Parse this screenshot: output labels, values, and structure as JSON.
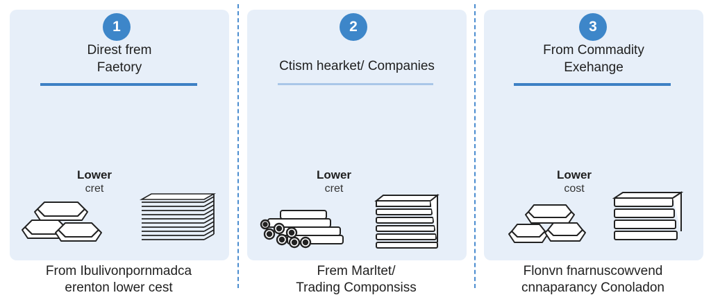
{
  "steps": [
    {
      "number": "1",
      "title_lines": [
        "Direst frem",
        "Faetory"
      ],
      "lower": "Lower",
      "lower_sub": "cret",
      "caption_lines": [
        "From Ibulivonpornmadca",
        "erenton lower cest"
      ]
    },
    {
      "number": "2",
      "title_lines": [
        "Ctism hearket/ Companies"
      ],
      "lower": "Lower",
      "lower_sub": "cret",
      "caption_lines": [
        "Frem Marltet/",
        "Trading Componsiss"
      ]
    },
    {
      "number": "3",
      "title_lines": [
        "From Commadity",
        "Exehange"
      ],
      "lower": "Lower",
      "lower_sub": "cost",
      "caption_lines": [
        "Flonvn fnarnuscowvend",
        "cnnaparancy Conoladon"
      ]
    }
  ],
  "colors": {
    "panel_bg": "#e7eff9",
    "accent": "#3d86c9",
    "divider": "#4a8ccf"
  }
}
